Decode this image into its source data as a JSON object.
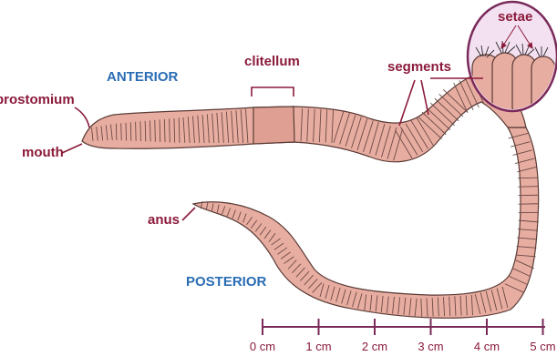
{
  "labels": {
    "anterior": "ANTERIOR",
    "posterior": "POSTERIOR",
    "prostomium": "prostomium",
    "mouth": "mouth",
    "clitellum": "clitellum",
    "segments": "segments",
    "setae": "setae",
    "anus": "anus"
  },
  "scale": {
    "ticks": [
      "0 cm",
      "1 cm",
      "2 cm",
      "3 cm",
      "4 cm",
      "5 cm"
    ]
  },
  "colors": {
    "body_fill": "#e8ada1",
    "segment_line": "#6b4a45",
    "outline": "#5a3b36",
    "clitellum_fill": "#dfa093",
    "label_maroon": "#8b1a3a",
    "label_blue": "#2a6db5",
    "inset_fill": "#f3e1f1",
    "inset_border": "#7a2a5a"
  }
}
